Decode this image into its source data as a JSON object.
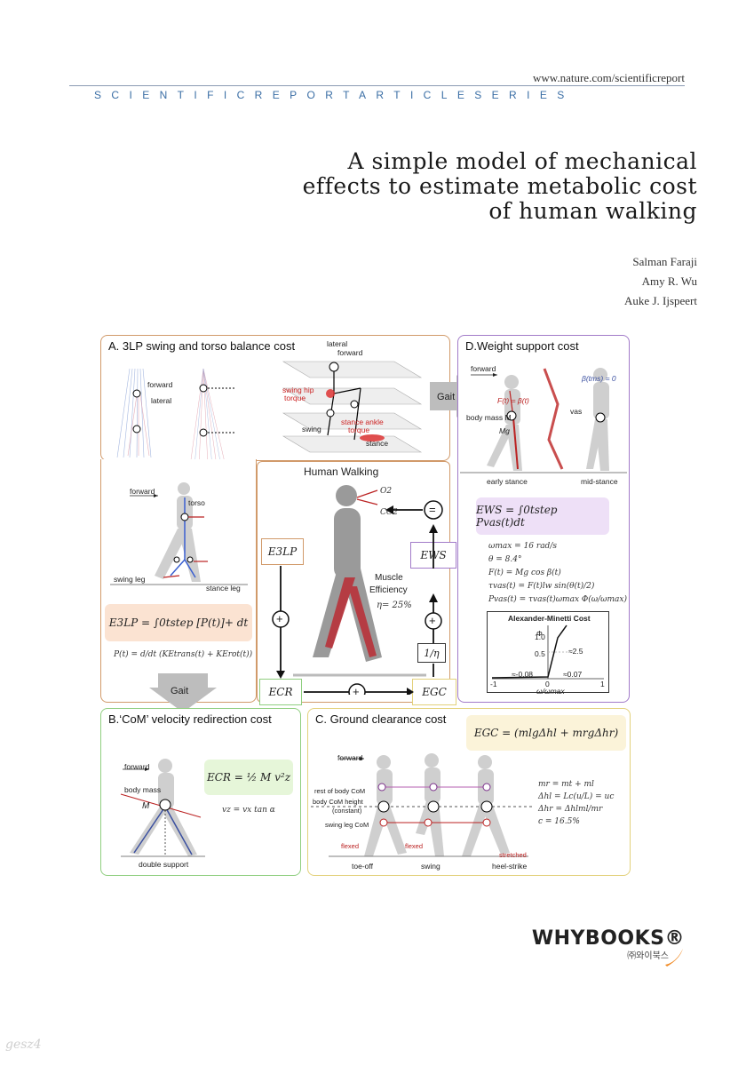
{
  "header": {
    "url": "www.nature.com/scientificreport",
    "series": "SCIENTIFICREPORTARTICLESERIES"
  },
  "title_lines": [
    "A simple model of mechanical",
    "effects to estimate metabolic cost",
    "of human walking"
  ],
  "authors": [
    "Salman Faraji",
    "Amy R. Wu",
    "Auke J. Ijspeert"
  ],
  "figure": {
    "panelA": {
      "title": "A. 3LP swing and torso balance cost",
      "labels": {
        "forward": "forward",
        "lateral": "lateral",
        "lateral2": "lateral",
        "forward2": "forward",
        "swing_hip": "swing hip",
        "torque": "torque",
        "stance_ankle": "stance ankle",
        "torque2": "torque",
        "swing": "swing",
        "stance": "stance",
        "forward3": "forward",
        "torso": "torso",
        "swing_leg": "swing leg",
        "stance_leg": "stance leg"
      },
      "formula": "E3LP = ∫0tstep [P(t)]+ dt",
      "subformula": "P(t) = d/dt (KEtrans(t) + KErot(t))"
    },
    "gait_arrow": "Gait",
    "gait_arrow2": "Gait",
    "center": {
      "title": "Human Walking",
      "o2": "O2",
      "co2": "CO2",
      "e3lp": "E3LP",
      "ews": "EWS",
      "ecr": "ECR",
      "egc": "EGC",
      "eta": "1/η",
      "muscle": "Muscle",
      "efficiency": "Efficiency",
      "eta_value": "η= 25%",
      "plus": "+",
      "equals": "="
    },
    "panelD": {
      "title": "D.Weight support cost",
      "labels": {
        "forward": "forward",
        "ft": "F(t) = β(t)",
        "beta": "β(tms) = 0",
        "body_mass": "body mass M",
        "mg": "Mg",
        "vas": "vas",
        "early_stance": "early stance",
        "mid_stance": "mid-stance"
      },
      "formula": "EWS = ∫0tstep Pvas(t)dt",
      "params": [
        "ωmax = 16 rad/s",
        "θ = 8.4°",
        "F(t) = Mg cos β(t)",
        "τvas(t) = F(t)lw sin(θ(t)/2)",
        "Pvas(t) = τvas(t)ωmax Φ(ω/ωmax)"
      ],
      "chart_title": "Alexander-Minetti Cost",
      "chart_labels": {
        "y1": "1.0",
        "y05": "0.5",
        "phi": "Φ",
        "n1": "-1",
        "zero": "0",
        "p1": "1",
        "a1": "≈2.5",
        "a2": "≈-0.08",
        "a3": "≈0.07",
        "xlabel": "ω/ωmax"
      }
    },
    "panelB": {
      "title": "B.‘CoM’ velocity redirection cost",
      "labels": {
        "forward": "forward",
        "body_mass": "body mass",
        "M": "M",
        "double_support": "double support"
      },
      "formula": "ECR = ½ M v²z",
      "subformula": "vz = vx tan α"
    },
    "panelC": {
      "title": "C. Ground clearance cost",
      "formula": "EGC = (mlgΔhl + mrgΔhr)",
      "labels": {
        "forward": "forward",
        "rest": "rest of body CoM",
        "body_com": "body CoM height",
        "constant": "(constant)",
        "swing_com": "swing leg CoM",
        "flexed": "flexed",
        "flexed2": "flexed",
        "stretched": "stretched",
        "toe_off": "toe-off",
        "swing": "swing",
        "heel_strike": "heel-strike"
      },
      "params": [
        "mr = mt + ml",
        "Δhl = Lc(u/L) = uc",
        "Δhr = Δhlml/mr",
        "c = 16.5%"
      ]
    }
  },
  "logo": {
    "main": "WHYBOOKS®",
    "sub": "㈜와이북스"
  },
  "watermark": "gesz4"
}
